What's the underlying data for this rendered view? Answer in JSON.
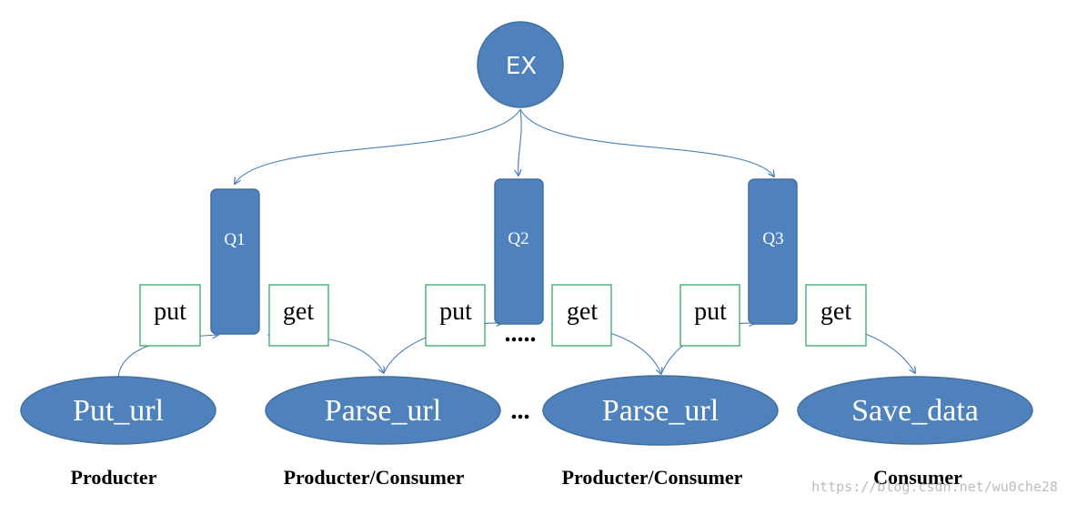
{
  "exchange": {
    "label": "EX"
  },
  "queues": [
    {
      "label": "Q1"
    },
    {
      "label": "Q2"
    },
    {
      "label": "Q3"
    }
  ],
  "operations": [
    {
      "label": "put"
    },
    {
      "label": "get"
    },
    {
      "label": "put"
    },
    {
      "label": "get"
    },
    {
      "label": "put"
    },
    {
      "label": "get"
    }
  ],
  "processes": [
    {
      "label": "Put_url",
      "role": "Producter"
    },
    {
      "label": "Parse_url",
      "role": "Producter/Consumer"
    },
    {
      "label": "Parse_url",
      "role": "Producter/Consumer"
    },
    {
      "label": "Save_data",
      "role": "Consumer"
    }
  ],
  "ellipsis": {
    "between_queues": ".....",
    "between_processes": "..."
  },
  "watermark": "https://blog.csdn.net/wu0che28",
  "colors": {
    "node_fill": "#4f81bd",
    "edge": "#4a7ebb",
    "operation_border": "#2aa25a"
  }
}
